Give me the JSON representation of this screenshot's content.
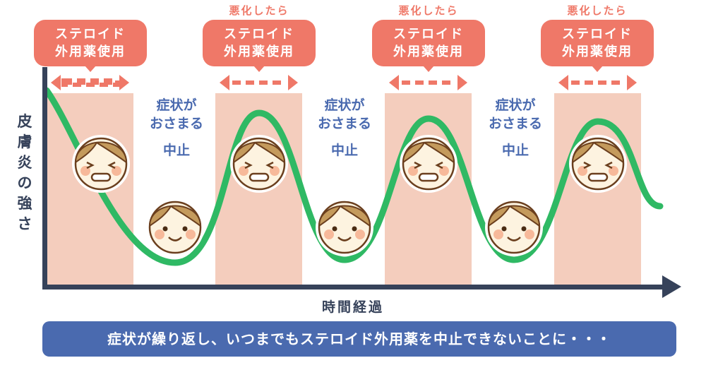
{
  "colors": {
    "accent": "#ef7868",
    "band": "#f4cdbd",
    "curve": "#2fb964",
    "axis": "#36425a",
    "blue": "#4a6aaf"
  },
  "y_axis_label": "皮膚炎の強さ",
  "x_axis_label": "時間経過",
  "phases": [
    {
      "bubble_line1": "ステロイド",
      "bubble_line2": "外用薬使用",
      "worse": ""
    },
    {
      "bubble_line1": "ステロイド",
      "bubble_line2": "外用薬使用",
      "worse": "悪化したら"
    },
    {
      "bubble_line1": "ステロイド",
      "bubble_line2": "外用薬使用",
      "worse": "悪化したら"
    },
    {
      "bubble_line1": "ステロイド",
      "bubble_line2": "外用薬使用",
      "worse": "悪化したら"
    }
  ],
  "stops": [
    {
      "line1": "症状が",
      "line2": "おさまる",
      "action": "中止"
    },
    {
      "line1": "症状が",
      "line2": "おさまる",
      "action": "中止"
    },
    {
      "line1": "症状が",
      "line2": "おさまる",
      "action": "中止"
    }
  ],
  "faces": {
    "angry": "angry-face-icon",
    "happy": "happy-face-icon"
  },
  "banner": "症状が繰り返し、いつまでもステロイド外用薬を中止できないことに・・・"
}
